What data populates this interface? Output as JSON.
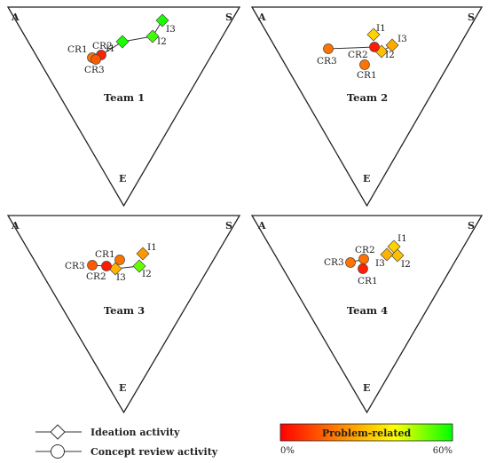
{
  "corners": {
    "a": "A",
    "s": "S",
    "e": "E"
  },
  "legend": {
    "ideation": "Ideation activity",
    "concept_review": "Concept review activity",
    "colorbar_title": "Problem-related",
    "colorbar_min": "0%",
    "colorbar_max": "60%",
    "colorbar_stops": [
      "#ff0000",
      "#ff8000",
      "#ffff00",
      "#00ff00"
    ]
  },
  "teams": [
    {
      "title": "Team 1",
      "points": [
        {
          "label": "I1",
          "shape": "diamond",
          "pct": 58
        },
        {
          "label": "I2",
          "shape": "diamond",
          "pct": 55
        },
        {
          "label": "I3",
          "shape": "diamond",
          "pct": 58
        },
        {
          "label": "CR1",
          "shape": "circle",
          "pct": 18
        },
        {
          "label": "CR2",
          "shape": "circle",
          "pct": 5
        },
        {
          "label": "CR3",
          "shape": "circle",
          "pct": 14
        }
      ]
    },
    {
      "title": "Team 2",
      "points": [
        {
          "label": "I1",
          "shape": "diamond",
          "pct": 33
        },
        {
          "label": "I2",
          "shape": "diamond",
          "pct": 30
        },
        {
          "label": "I3",
          "shape": "diamond",
          "pct": 27
        },
        {
          "label": "CR1",
          "shape": "circle",
          "pct": 18
        },
        {
          "label": "CR2",
          "shape": "circle",
          "pct": 4
        },
        {
          "label": "CR3",
          "shape": "circle",
          "pct": 18
        }
      ]
    },
    {
      "title": "Team 3",
      "points": [
        {
          "label": "I1",
          "shape": "diamond",
          "pct": 24
        },
        {
          "label": "I2",
          "shape": "diamond",
          "pct": 52
        },
        {
          "label": "I3",
          "shape": "diamond",
          "pct": 28
        },
        {
          "label": "CR1",
          "shape": "circle",
          "pct": 18
        },
        {
          "label": "CR2",
          "shape": "circle",
          "pct": 4
        },
        {
          "label": "CR3",
          "shape": "circle",
          "pct": 14
        }
      ]
    },
    {
      "title": "Team 4",
      "points": [
        {
          "label": "I1",
          "shape": "diamond",
          "pct": 33
        },
        {
          "label": "I2",
          "shape": "diamond",
          "pct": 30
        },
        {
          "label": "I3",
          "shape": "diamond",
          "pct": 28
        },
        {
          "label": "CR1",
          "shape": "circle",
          "pct": 5
        },
        {
          "label": "CR2",
          "shape": "circle",
          "pct": 18
        },
        {
          "label": "CR3",
          "shape": "circle",
          "pct": 18
        }
      ]
    }
  ]
}
